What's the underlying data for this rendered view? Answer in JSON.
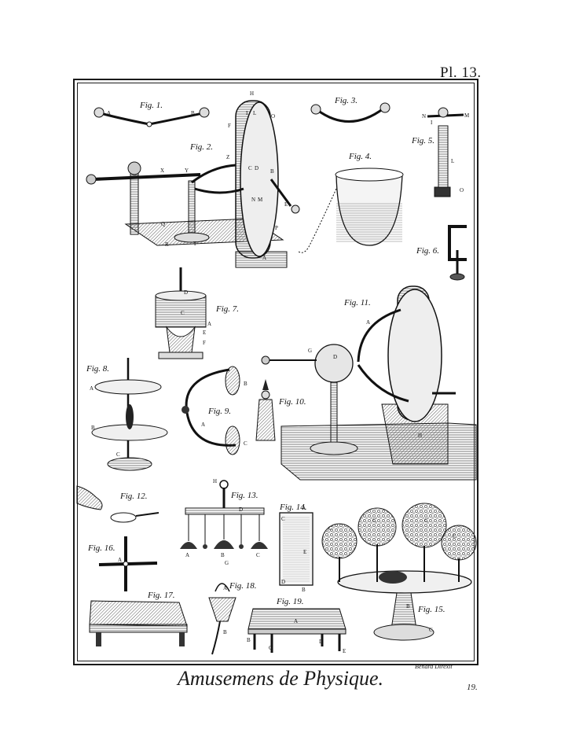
{
  "plate": {
    "number": "Pl. 13.",
    "caption": "Amusemens de Physique.",
    "signature": "Benard Direxit",
    "page_number": "19."
  },
  "figures": {
    "f1": "Fig. 1.",
    "f2": "Fig. 2.",
    "f3": "Fig. 3.",
    "f4": "Fig. 4.",
    "f5": "Fig. 5.",
    "f6": "Fig. 6.",
    "f7": "Fig. 7.",
    "f8": "Fig. 8.",
    "f9": "Fig. 9.",
    "f10": "Fig. 10.",
    "f11": "Fig. 11.",
    "f12": "Fig. 12.",
    "f13": "Fig. 13.",
    "f14": "Fig. 14.",
    "f15": "Fig. 15.",
    "f16": "Fig. 16.",
    "f17": "Fig. 17.",
    "f18": "Fig. 18.",
    "f19": "Fig. 19."
  },
  "letters": {
    "a": "A",
    "b": "B",
    "c": "C",
    "d": "D",
    "e": "E",
    "f": "F",
    "g": "G",
    "h": "H",
    "i": "I",
    "l": "L",
    "m": "M",
    "n": "N",
    "o": "O",
    "p": "P",
    "q": "Q",
    "r": "R",
    "t": "T",
    "x": "X",
    "y": "Y",
    "z": "Z"
  }
}
